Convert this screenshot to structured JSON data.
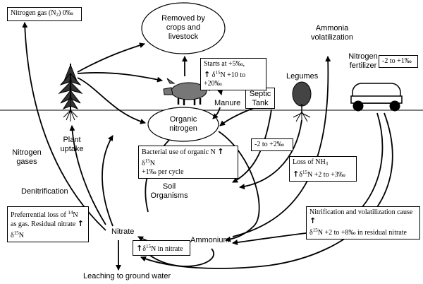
{
  "labels": {
    "removed": [
      "Removed by",
      "crops and",
      "livestock"
    ],
    "ammonia": [
      "Ammonia",
      "volatilization"
    ],
    "nitrogen_fertilizer": [
      "Nitrogen",
      "fertilizer"
    ],
    "legumes": "Legumes",
    "manure": "Manure",
    "septic": [
      "Septic",
      "Tank"
    ],
    "organic_nitrogen": [
      "Organic",
      "nitrogen"
    ],
    "plant_uptake": [
      "Plant",
      "uptake"
    ],
    "nitrogen_gases": [
      "Nitrogen",
      "gases"
    ],
    "denitrification": "Denitrification",
    "soil_organisms": [
      "Soil",
      "Organisms"
    ],
    "nitrate": "Nitrate",
    "ammonium": "Ammonium",
    "leaching": "Leaching to ground water"
  },
  "boxes": {
    "nitrogen_gas": {
      "prefix": "Nitrogen gas (N",
      "sub": "2",
      "suffix": ") 0‰"
    },
    "fertilizer_range": "-2 to +1‰",
    "starts": {
      "line1": "Starts at +5‰,",
      "arrow": "↑",
      "pre": "δ",
      "sup": "15",
      "post": "N +10 to +20‰"
    },
    "legumes_range": "-2 to +2‰",
    "bacterial": {
      "text1": "Bacterial use of organic N",
      "arrow": "↑",
      "pre": "δ",
      "sup": "15",
      "post": "N",
      "line2": "+1‰ per cycle"
    },
    "loss_nh3": {
      "line1_pre": "Loss of NH",
      "line1_sub": "3",
      "arrow": "↑",
      "pre": "δ",
      "sup": "15",
      "post": "N +2 to +3‰"
    },
    "preferential": {
      "line1_pre": "Preferrential loss of ",
      "sup": "14",
      "line1_post": "N",
      "line2": "as gas.   Residual nitrate",
      "arrow": "↑",
      "line3_pre": "δ",
      "line3_sup": "15",
      "line3_post": "N"
    },
    "nitrification": {
      "line1": "Nitrification and volatilization cause",
      "arrow": "↑",
      "pre": "δ",
      "sup": "15",
      "post": "N +2 to +8‰ in residual nitrate"
    },
    "in_nitrate": {
      "arrow": "↑",
      "pre": "δ",
      "sup": "15",
      "post": "N in nitrate"
    }
  },
  "icons": [
    "corn-plant-icon",
    "pig-icon",
    "legume-bush-icon",
    "fertilizer-tank-icon"
  ]
}
